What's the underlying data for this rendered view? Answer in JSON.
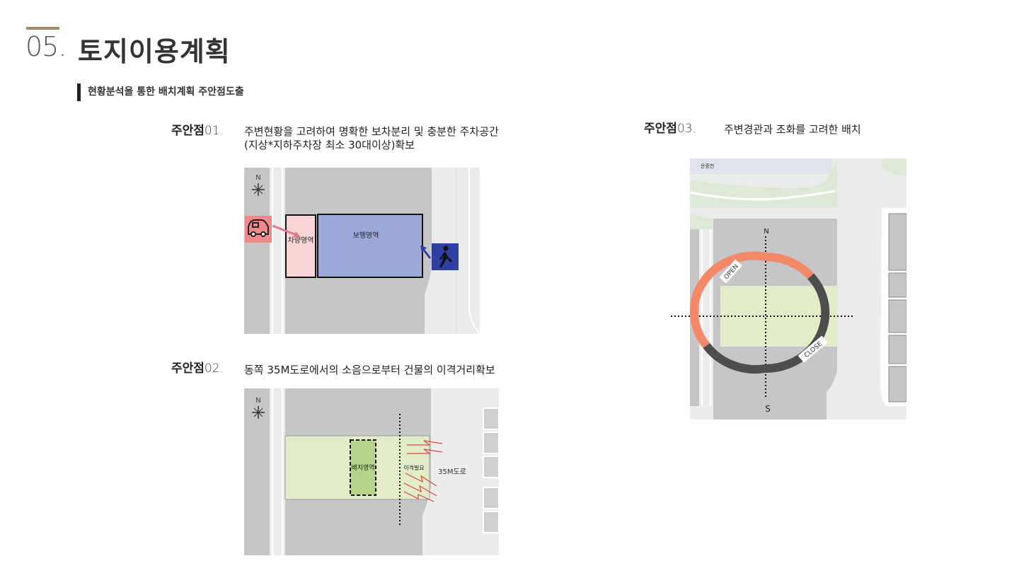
{
  "header": {
    "number": "05.",
    "title": "토지이용계획"
  },
  "subtitle": "현황분석을 통한 배치계획 주안점도출",
  "points": [
    {
      "label": "주안점",
      "num": "01.",
      "desc_line1": "주변현황을 고려하여 명확한 보차분리 및 충분한 주차공간",
      "desc_line2": "(지상*지하주차장 최소 30대이상)확보"
    },
    {
      "label": "주안점",
      "num": "02.",
      "desc": "동쪽 35M도로에서의 소음으로부터 건물의 이격거리확보"
    },
    {
      "label": "주안점",
      "num": "03.",
      "desc": "주변경관과 조화를 고려한 배치"
    }
  ],
  "diagram1": {
    "north": "N",
    "vehicle_zone": "차량영역",
    "pedestrian_zone": "보행영역",
    "colors": {
      "vehicle": "#f9d6d6",
      "pedestrian": "#9ea8d8",
      "car_bg": "#f08a8a",
      "walker_bg": "#2d3fa0"
    }
  },
  "diagram2": {
    "north": "N",
    "placement_zone": "배치영역",
    "setback_needed": "이격필요",
    "road": "35M도로",
    "colors": {
      "green": "#e2ecc9",
      "placement": "#b3d48a",
      "noise": "#d94a4a"
    }
  },
  "diagram3": {
    "stream": "운중천",
    "north": "N",
    "south": "S",
    "open": "OPEN",
    "close": "CLOSE",
    "colors": {
      "open": "#f4896a",
      "close": "#4d4d4d",
      "green": "#e2ecc9"
    }
  }
}
